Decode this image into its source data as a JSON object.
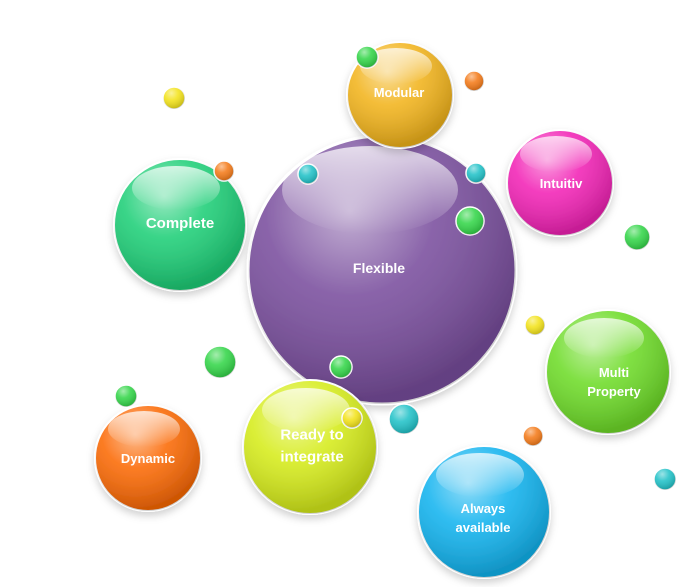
{
  "diagram": {
    "center": {
      "label": "Flexible",
      "color": "#7a4f9e"
    },
    "bubbles": [
      {
        "id": "modular",
        "label": "Modular",
        "color": "#f2b41d"
      },
      {
        "id": "intuitiv",
        "label": "Intuitiv",
        "color": "#f224b6"
      },
      {
        "id": "complete",
        "label": "Complete",
        "color": "#1fcf78"
      },
      {
        "id": "multi-property",
        "label": "Multi Property",
        "color": "#6fdc2a"
      },
      {
        "id": "dynamic",
        "label": "Dynamic",
        "color": "#fb6a06"
      },
      {
        "id": "ready-to-integrate",
        "label": "Ready to integrate",
        "color": "#d6ec1c"
      },
      {
        "id": "always-available",
        "label": "Always available",
        "color": "#14b4ef"
      }
    ],
    "colors": {
      "green": "#35d64a",
      "orange": "#f47b1a",
      "yellow": "#f3e31c",
      "cyan": "#22c2c8"
    }
  }
}
